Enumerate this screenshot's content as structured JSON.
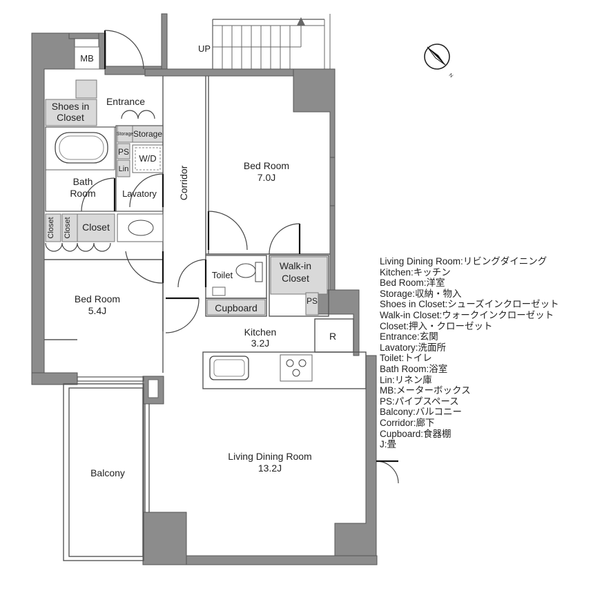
{
  "rooms": {
    "entrance": "Entrance",
    "mb": "MB",
    "shoes_closet_1": "Shoes in",
    "shoes_closet_2": "Closet",
    "storage_small": "Storage",
    "storage": "Storage",
    "ps_lavatory": "PS",
    "lin": "Lin",
    "wd": "W/D",
    "lavatory": "Lavatory",
    "bath_1": "Bath",
    "bath_2": "Room",
    "corridor": "Corridor",
    "closet_1": "Closet",
    "closet_2": "Closet",
    "closet_3": "Closet",
    "bedroom_7_name": "Bed Room",
    "bedroom_7_size": "7.0J",
    "bedroom_54_name": "Bed Room",
    "bedroom_54_size": "5.4J",
    "toilet": "Toilet",
    "cupboard": "Cupboard",
    "walkin_1": "Walk-in",
    "walkin_2": "Closet",
    "ps_walkin": "PS",
    "kitchen_name": "Kitchen",
    "kitchen_size": "3.2J",
    "refrigerator": "R",
    "living_name": "Living Dining Room",
    "living_size": "13.2J",
    "balcony": "Balcony",
    "stairs_up": "UP",
    "north": "N"
  },
  "legend": [
    "Living Dining Room:リビングダイニング",
    "Kitchen:キッチン",
    "Bed Room:洋室",
    "Storage:収納・物入",
    "Shoes in Closet:シューズインクローゼット",
    "Walk-in Closet:ウォークインクローゼット",
    "Closet:押入・クローゼット",
    "Entrance:玄関",
    "Lavatory:洗面所",
    "Toilet:トイレ",
    "Bath Room:浴室",
    "Lin:リネン庫",
    "MB:メーターボックス",
    "PS:パイプスペース",
    "Balcony:バルコニー",
    "Corridor:廊下",
    "Cupboard:食器棚",
    "J:畳"
  ],
  "colors": {
    "wall": "#8c8c8c",
    "fixture": "#d9d9d9",
    "line": "#555555"
  }
}
